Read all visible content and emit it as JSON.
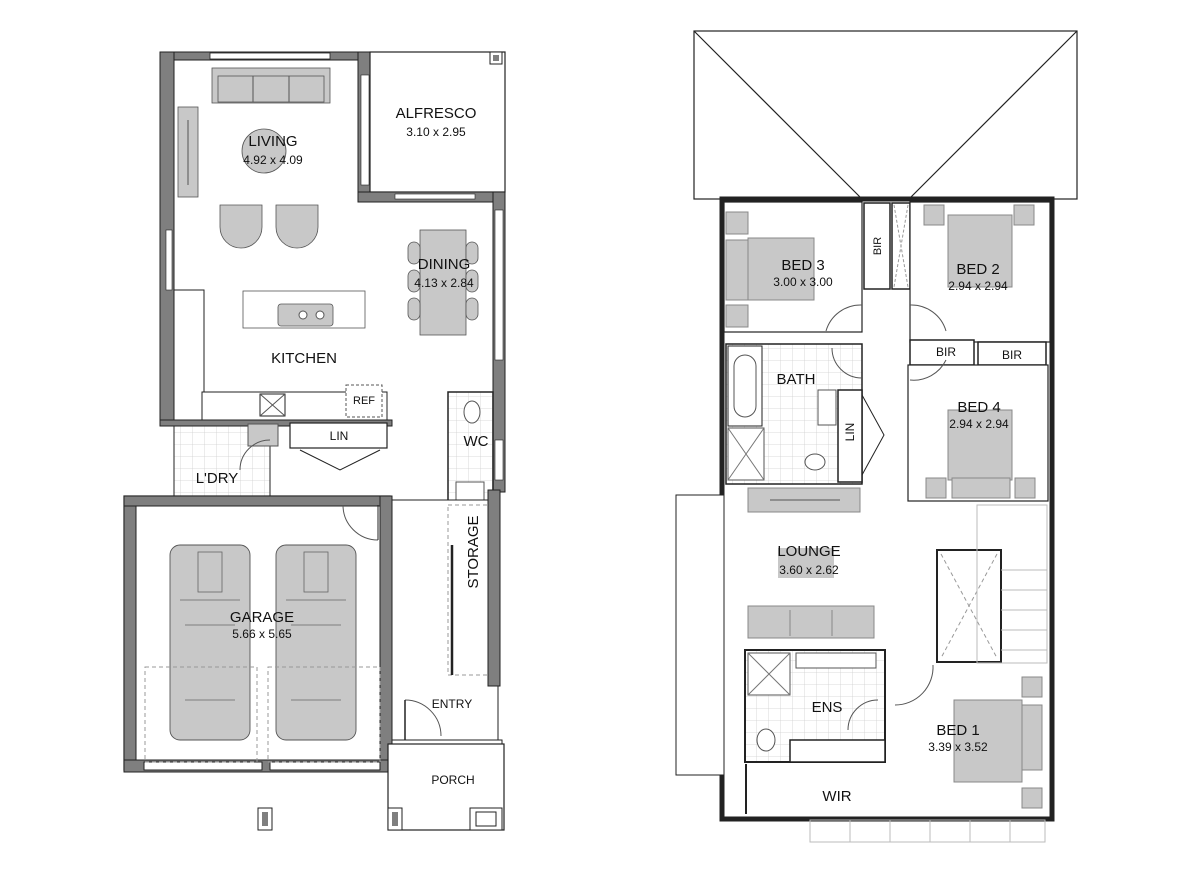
{
  "plan": {
    "ground_floor": {
      "rooms": {
        "living": {
          "name": "LIVING",
          "dims": "4.92 x 4.09"
        },
        "alfresco": {
          "name": "ALFRESCO",
          "dims": "3.10 x 2.95"
        },
        "dining": {
          "name": "DINING",
          "dims": "4.13 x 2.84"
        },
        "kitchen": {
          "name": "KITCHEN"
        },
        "ref": {
          "name": "REF"
        },
        "lin": {
          "name": "LIN"
        },
        "wc": {
          "name": "WC"
        },
        "laundry": {
          "name": "L'DRY"
        },
        "garage": {
          "name": "GARAGE",
          "dims": "5.66 x 5.65"
        },
        "storage": {
          "name": "STORAGE"
        },
        "entry": {
          "name": "ENTRY"
        },
        "porch": {
          "name": "PORCH"
        }
      }
    },
    "first_floor": {
      "rooms": {
        "bed3": {
          "name": "BED 3",
          "dims": "3.00 x 3.00"
        },
        "bed2": {
          "name": "BED 2",
          "dims": "2.94 x 2.94"
        },
        "bir_a": {
          "name": "BIR"
        },
        "bir_b": {
          "name": "BIR"
        },
        "bir_c": {
          "name": "BIR"
        },
        "bath": {
          "name": "BATH"
        },
        "lin": {
          "name": "LIN"
        },
        "bed4": {
          "name": "BED 4",
          "dims": "2.94 x 2.94"
        },
        "lounge": {
          "name": "LOUNGE",
          "dims": "3.60 x 2.62"
        },
        "ens": {
          "name": "ENS"
        },
        "bed1": {
          "name": "BED 1",
          "dims": "3.39 x 3.52"
        },
        "wir": {
          "name": "WIR"
        }
      }
    },
    "colors": {
      "wall": "#7f7f7f",
      "furniture": "#c8c8c8",
      "line": "#222222"
    }
  }
}
